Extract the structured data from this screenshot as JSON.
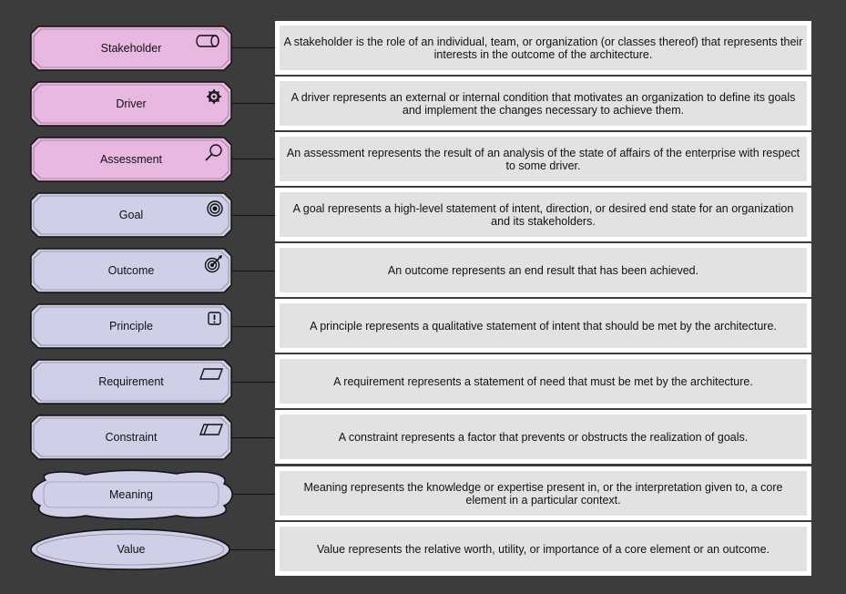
{
  "colors": {
    "background": "#3c3c3c",
    "motivation_pink": "#e8b8e0",
    "motivation_lavender": "#cfd0e8",
    "description_fill": "#e2e2e2",
    "description_frame": "#ffffff"
  },
  "elements": [
    {
      "name": "Stakeholder",
      "icon": "stakeholder-icon",
      "fill": "pink",
      "shape": "octagon",
      "description": "A stakeholder is the role of an individual, team, or organization (or classes thereof) that represents their interests in the outcome of the architecture."
    },
    {
      "name": "Driver",
      "icon": "driver-icon",
      "fill": "pink",
      "shape": "octagon",
      "description": "A driver represents an external or internal condition that motivates an organization to define its goals and implement the changes necessary to achieve them."
    },
    {
      "name": "Assessment",
      "icon": "assessment-icon",
      "fill": "pink",
      "shape": "octagon",
      "description": "An assessment represents the result of an analysis of the state of affairs of the enterprise with respect to some driver."
    },
    {
      "name": "Goal",
      "icon": "goal-icon",
      "fill": "lavender",
      "shape": "octagon",
      "description": "A goal represents a high-level statement of intent, direction, or desired end state for an organization and its stakeholders."
    },
    {
      "name": "Outcome",
      "icon": "outcome-icon",
      "fill": "lavender",
      "shape": "octagon",
      "description": "An outcome represents an end result that has been achieved."
    },
    {
      "name": "Principle",
      "icon": "principle-icon",
      "fill": "lavender",
      "shape": "octagon",
      "description": "A principle represents a qualitative statement of intent that should be met by the architecture."
    },
    {
      "name": "Requirement",
      "icon": "requirement-icon",
      "fill": "lavender",
      "shape": "octagon",
      "description": "A requirement represents a statement of need that must be met by the architecture."
    },
    {
      "name": "Constraint",
      "icon": "constraint-icon",
      "fill": "lavender",
      "shape": "octagon",
      "description": "A constraint represents a factor that prevents or obstructs the realization of goals."
    },
    {
      "name": "Meaning",
      "icon": "meaning-cloud-icon",
      "fill": "lavender",
      "shape": "cloud",
      "description": "Meaning represents the knowledge or expertise present in, or the interpretation given to, a core element in a particular context."
    },
    {
      "name": "Value",
      "icon": "value-ellipse-icon",
      "fill": "lavender",
      "shape": "ellipse",
      "description": "Value represents the relative worth, utility, or importance of a core element or an outcome."
    }
  ]
}
